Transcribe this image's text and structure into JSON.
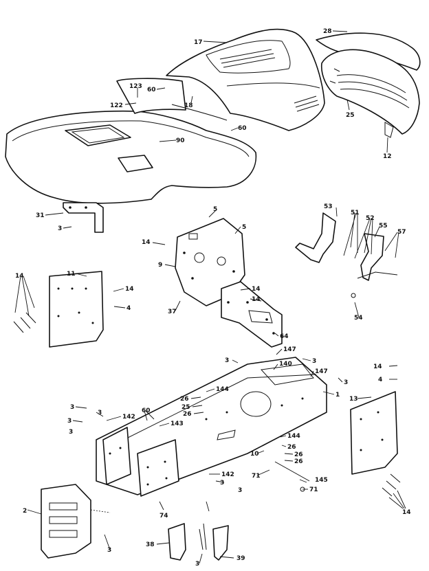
{
  "labels": [
    "17",
    "28",
    "60",
    "123",
    "122",
    "18",
    "60",
    "90",
    "25",
    "12",
    "31",
    "3",
    "5",
    "5",
    "14",
    "9",
    "53",
    "51",
    "52",
    "55",
    "57",
    "14",
    "11",
    "14",
    "4",
    "37",
    "14",
    "14",
    "64",
    "54",
    "147",
    "3",
    "3",
    "140",
    "147",
    "3",
    "14",
    "4",
    "1",
    "13",
    "26",
    "144",
    "25",
    "26",
    "3",
    "3",
    "60",
    "142",
    "3",
    "3",
    "143",
    "144",
    "26",
    "26",
    "26",
    "10",
    "142",
    "71",
    "145",
    "71",
    "74",
    "3",
    "3",
    "2",
    "3",
    "38",
    "3",
    "39",
    "14"
  ]
}
